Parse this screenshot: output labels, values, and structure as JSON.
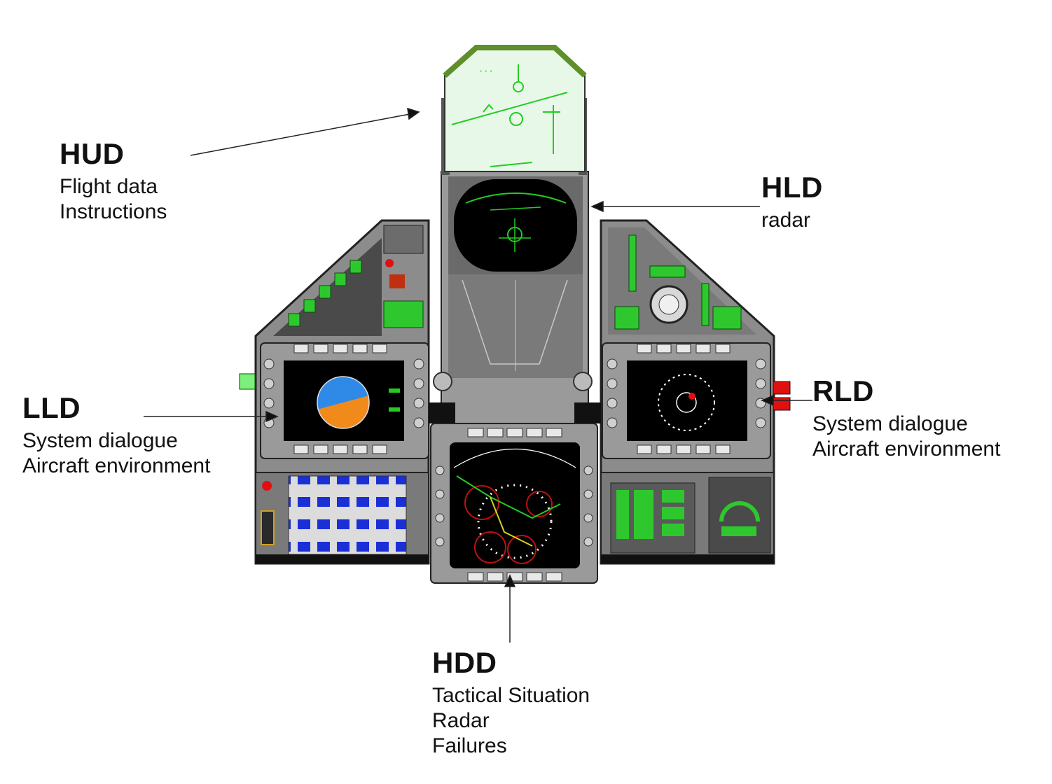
{
  "colors": {
    "panel": "#8c8c8c",
    "panel_dark": "#5a5a5a",
    "bezel": "#3a3a3a",
    "screen": "#000000",
    "symbology": "#22cc22",
    "hud_glass": "#e8f8e8",
    "sky": "#2e8ae6",
    "ground": "#f08a1a",
    "keypad": "#1a2fd6",
    "warning_red": "#e01010"
  },
  "labels": {
    "hud": {
      "title": "HUD",
      "lines": [
        "Flight data",
        "Instructions"
      ]
    },
    "hld": {
      "title": "HLD",
      "lines": [
        "radar"
      ]
    },
    "lld": {
      "title": "LLD",
      "lines": [
        "System dialogue",
        "Aircraft environment"
      ]
    },
    "rld": {
      "title": "RLD",
      "lines": [
        "System dialogue",
        "Aircraft environment"
      ]
    },
    "hdd": {
      "title": "HDD",
      "lines": [
        "Tactical Situation",
        "Radar",
        "Failures"
      ]
    }
  },
  "icons": [
    "hud-icon",
    "radar-display-icon",
    "attitude-ball-icon",
    "tactical-display-icon",
    "keypad-icon"
  ]
}
